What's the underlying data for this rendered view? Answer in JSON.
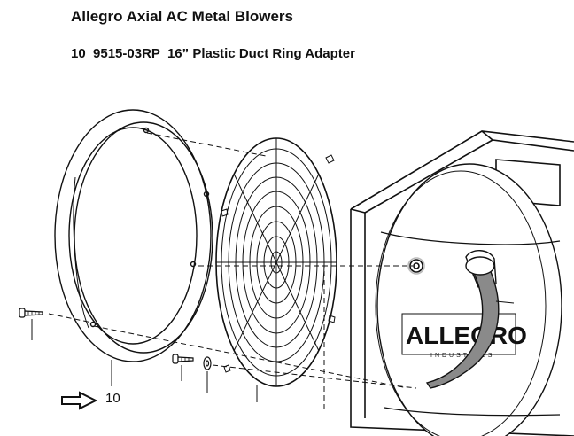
{
  "header": {
    "title": "Allegro Axial AC Metal Blowers",
    "subtitle": "10  9515-03RP  16” Plastic Duct Ring Adapter"
  },
  "diagram": {
    "callout_number": "10",
    "logo_text": "ALLEGRO",
    "logo_subtext": "INDUSTRIES"
  }
}
